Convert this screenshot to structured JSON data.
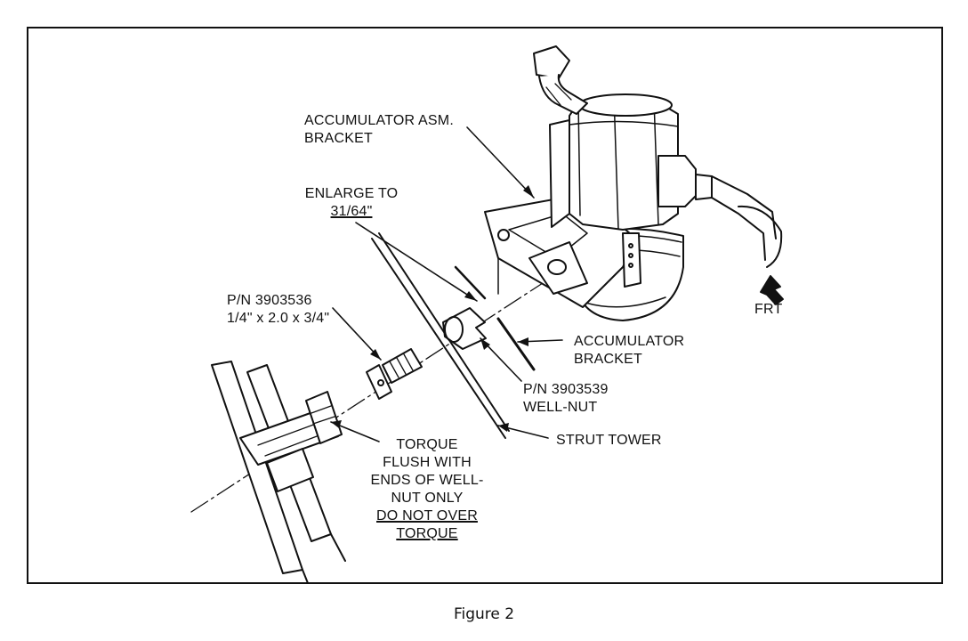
{
  "caption": "Figure 2",
  "labels": {
    "accumulator_asm_bracket": [
      "ACCUMULATOR ASM.",
      "BRACKET"
    ],
    "enlarge": [
      "ENLARGE TO",
      "31/64\""
    ],
    "bolt_pn": [
      "P/N 3903536",
      "1/4\" x 2.0 x 3/4\""
    ],
    "accumulator_bracket": [
      "ACCUMULATOR",
      "BRACKET"
    ],
    "wellnut_pn": [
      "P/N 3903539",
      "WELL-NUT"
    ],
    "strut_tower": "STRUT TOWER",
    "front": "FRT",
    "torque": [
      "TORQUE",
      "FLUSH WITH",
      "ENDS OF WELL-",
      "NUT ONLY",
      "DO NOT OVER",
      "TORQUE"
    ]
  }
}
